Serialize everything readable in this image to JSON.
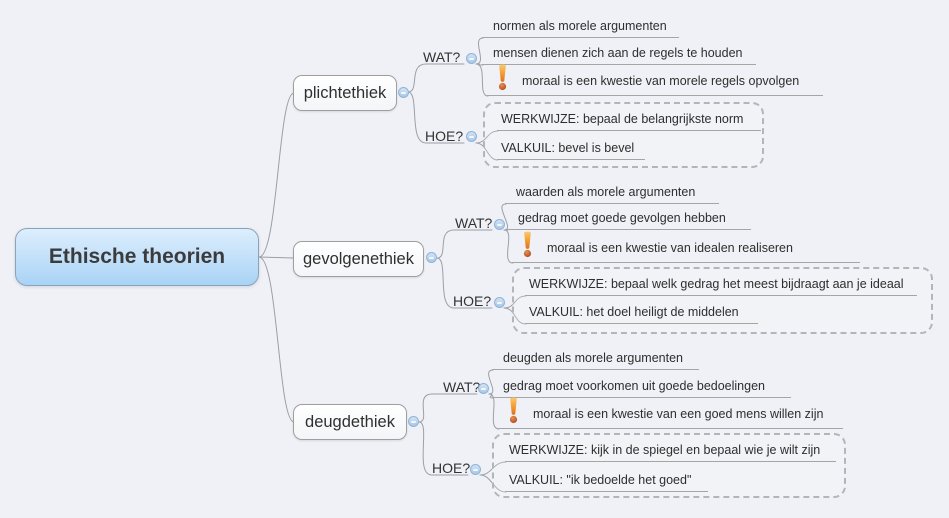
{
  "root": {
    "label": "Ethische theorien"
  },
  "labels": {
    "wat": "WAT?",
    "hoe": "HOE?"
  },
  "branches": [
    {
      "label": "plichtethiek",
      "wat_items": [
        "normen als morele argumenten",
        "mensen dienen zich aan de regels te houden"
      ],
      "attention": "moraal is een kwestie van morele regels opvolgen",
      "werkwijze": "WERKWIJZE: bepaal de belangrijkste norm",
      "valkuil": "VALKUIL: bevel is bevel"
    },
    {
      "label": "gevolgenethiek",
      "wat_items": [
        "waarden als morele argumenten",
        "gedrag moet goede gevolgen hebben"
      ],
      "attention": "moraal is een kwestie van idealen realiseren",
      "werkwijze": "WERKWIJZE: bepaal welk gedrag het meest bijdraagt aan je ideaal",
      "valkuil": "VALKUIL: het doel heiligt de middelen"
    },
    {
      "label": "deugdethiek",
      "wat_items": [
        "deugden als morele argumenten",
        "gedrag moet voorkomen uit goede bedoelingen"
      ],
      "attention": "moraal is een kwestie van een goed mens willen zijn",
      "werkwijze": "WERKWIJZE: kijk in de spiegel en bepaal wie je wilt zijn",
      "valkuil": "VALKUIL: \"ik bedoelde het goed\""
    }
  ],
  "icons": {
    "collapse": "minus-circle",
    "attention": "exclamation-mark"
  },
  "colors": {
    "background": "#eff1f6",
    "root_fill_top": "#dceffd",
    "root_fill_bottom": "#a9d3f5",
    "topic_border": "#9f9f9f",
    "connector": "#9aa0a6",
    "boundary_dash": "#b2b5ba",
    "attention_orange": "#f39f33",
    "attention_dot": "#a93a1a",
    "collapse_blue": "#a9c8e8"
  }
}
